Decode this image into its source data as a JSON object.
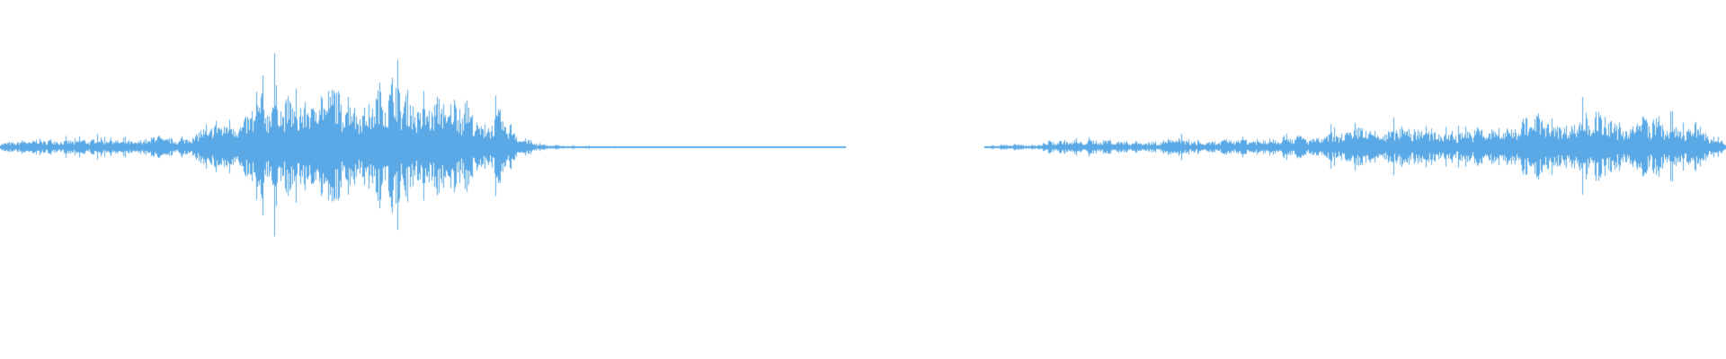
{
  "waveform": {
    "color": "#5aa9e6",
    "background": "#ffffff",
    "envelope": {
      "x": [
        0,
        0.01,
        0.02,
        0.03,
        0.04,
        0.05,
        0.06,
        0.07,
        0.08,
        0.09,
        0.1,
        0.11,
        0.12,
        0.13,
        0.14,
        0.15,
        0.16,
        0.17,
        0.18,
        0.19,
        0.2,
        0.21,
        0.22,
        0.23,
        0.24,
        0.25,
        0.26,
        0.27,
        0.28,
        0.29,
        0.3,
        0.31,
        0.32,
        0.33,
        0.34,
        0.35,
        0.36,
        0.37,
        0.38,
        0.39,
        0.4,
        0.41,
        0.42,
        0.43,
        0.44,
        0.45,
        0.46,
        0.47,
        0.48,
        0.49,
        0.5,
        0.57,
        0.58,
        0.59,
        0.6,
        0.61,
        0.62,
        0.63,
        0.64,
        0.65,
        0.66,
        0.67,
        0.68,
        0.69,
        0.7,
        0.71,
        0.72,
        0.73,
        0.74,
        0.75,
        0.76,
        0.77,
        0.78,
        0.79,
        0.8,
        0.81,
        0.82,
        0.83,
        0.84,
        0.85,
        0.86,
        0.87,
        0.88,
        0.89,
        0.9,
        0.91,
        0.92,
        0.93,
        0.94,
        0.95,
        0.96,
        0.97,
        0.98,
        0.99,
        1.0
      ],
      "amplitude": [
        0.05,
        0.05,
        0.06,
        0.08,
        0.07,
        0.06,
        0.09,
        0.08,
        0.05,
        0.1,
        0.08,
        0.11,
        0.16,
        0.25,
        0.3,
        0.4,
        0.45,
        0.45,
        0.5,
        0.45,
        0.5,
        0.45,
        0.5,
        0.55,
        0.45,
        0.45,
        0.35,
        0.4,
        0.25,
        0.3,
        0.1,
        0.04,
        0.02,
        0.01,
        0.01,
        0.01,
        0.005,
        0.005,
        0.005,
        0.005,
        0.005,
        0.005,
        0.005,
        0.005,
        0.005,
        0.005,
        0.005,
        0.005,
        0.003,
        0.003,
        0.0,
        0.01,
        0.02,
        0.03,
        0.02,
        0.05,
        0.06,
        0.07,
        0.06,
        0.05,
        0.06,
        0.05,
        0.07,
        0.06,
        0.05,
        0.06,
        0.08,
        0.07,
        0.09,
        0.1,
        0.08,
        0.14,
        0.12,
        0.18,
        0.15,
        0.2,
        0.16,
        0.18,
        0.14,
        0.16,
        0.15,
        0.2,
        0.22,
        0.25,
        0.27,
        0.25,
        0.28,
        0.25,
        0.22,
        0.26,
        0.23,
        0.2,
        0.22,
        0.1,
        0.05
      ],
      "segments": [
        [
          0,
          0.49
        ],
        [
          0.57,
          1.0
        ]
      ]
    }
  }
}
